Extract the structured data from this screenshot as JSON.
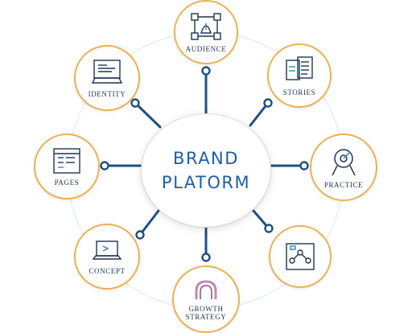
{
  "center": {
    "line1": "BRAND",
    "line2": "PLATORM"
  },
  "colors": {
    "accent": "#e9b257",
    "primary": "#1f4f82",
    "text": "#1f3550"
  },
  "nodes": [
    {
      "id": "audience",
      "label": "AUDIENCE",
      "icon": "network-icon"
    },
    {
      "id": "stories",
      "label": "STORIES",
      "icon": "document-icon"
    },
    {
      "id": "practice",
      "label": "PRACTICE",
      "icon": "target-icon"
    },
    {
      "id": "structure",
      "label": "",
      "icon": "process-icon"
    },
    {
      "id": "growth",
      "label_lines": [
        "GROWTH",
        "STRATEGY"
      ],
      "icon": "growth-icon"
    },
    {
      "id": "concept",
      "label": "CONCEPT",
      "icon": "laptop-icon"
    },
    {
      "id": "pages",
      "label": "PAGES",
      "icon": "browser-icon"
    },
    {
      "id": "identity",
      "label": "IDENTITY",
      "icon": "monitor-icon"
    }
  ]
}
